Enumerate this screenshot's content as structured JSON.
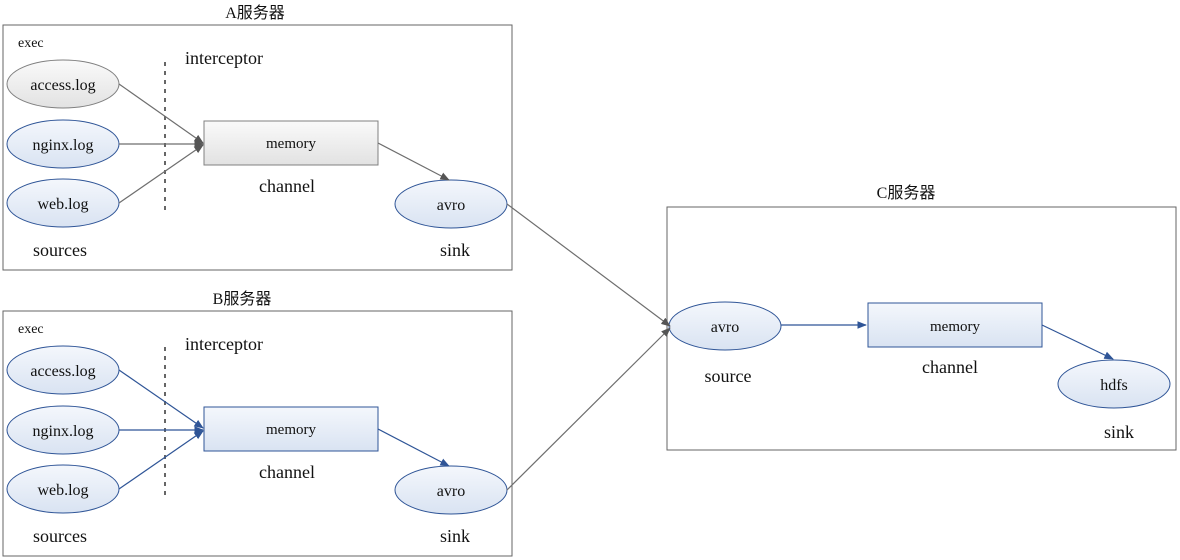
{
  "server_a": {
    "title": "A服务器",
    "exec": "exec",
    "interceptor": "interceptor",
    "sources": [
      "access.log",
      "nginx.log",
      "web.log"
    ],
    "sources_label": "sources",
    "channel_box": "memory",
    "channel_label": "channel",
    "sink_node": "avro",
    "sink_label": "sink"
  },
  "server_b": {
    "title": "B服务器",
    "exec": "exec",
    "interceptor": "interceptor",
    "sources": [
      "access.log",
      "nginx.log",
      "web.log"
    ],
    "sources_label": "sources",
    "channel_box": "memory",
    "channel_label": "channel",
    "sink_node": "avro",
    "sink_label": "sink"
  },
  "server_c": {
    "title": "C服务器",
    "source_node": "avro",
    "source_label": "source",
    "channel_box": "memory",
    "channel_label": "channel",
    "sink_node": "hdfs",
    "sink_label": "sink"
  },
  "colors": {
    "blue_fill": "#dde6f3",
    "blue_stroke": "#2f5597",
    "gray_fill": "#ececec",
    "gray_stroke": "#808080",
    "arrow_gray": "#6e6e6e",
    "arrow_blue": "#2f5597"
  }
}
